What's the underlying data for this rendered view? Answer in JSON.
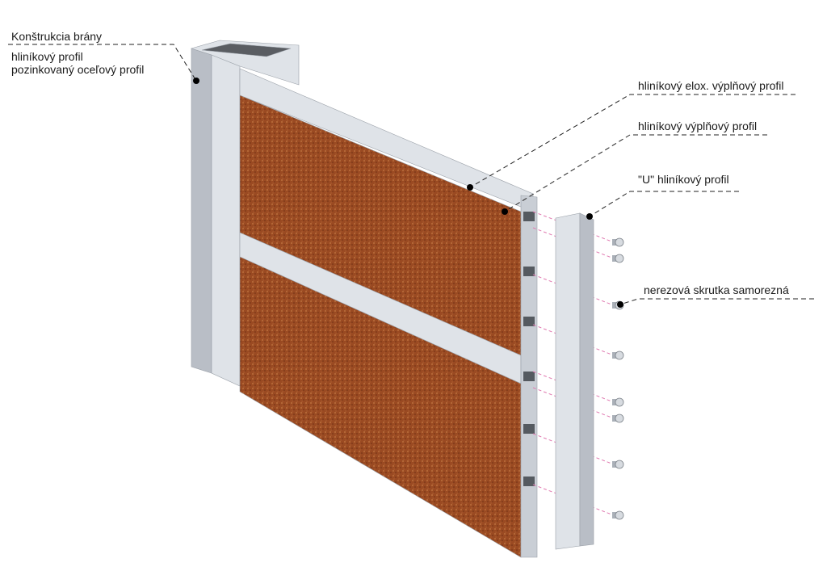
{
  "labels": {
    "gate_construction": "Konštrukcia brány",
    "aluminium_profile": "hliníkový profil",
    "galvanized_steel_profile": "pozinkovaný oceľový profil",
    "anodized_infill_profile": "hliníkový elox. výplňový profil",
    "infill_profile": "hliníkový výplňový profil",
    "u_profile": "\"U\" hliníkový profil",
    "stainless_screw": "nerezová skrutka samorezná"
  },
  "colors": {
    "panel": "#9a4a22",
    "aluminium": "#dfe3e8",
    "aluminium_dark": "#b9bec6",
    "leader": "#222222",
    "guide": "#e07ab0"
  }
}
